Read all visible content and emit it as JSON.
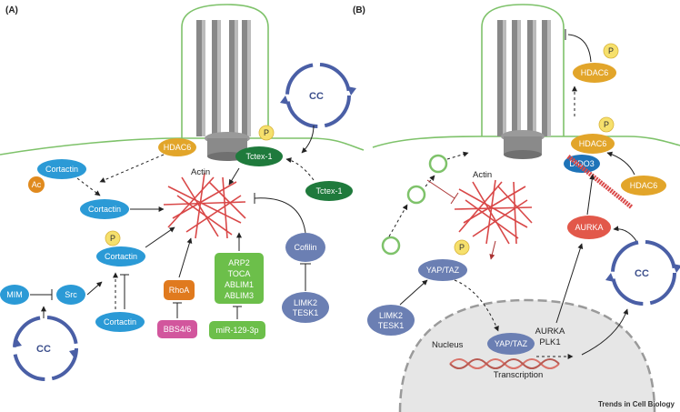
{
  "panels": {
    "a": "(A)",
    "b": "(B)"
  },
  "journal": "Trends in Cell Biology",
  "phospho": "P",
  "a": {
    "cc_top": "CC",
    "cc_bottom": "CC",
    "hdac6": "HDAC6",
    "tctex_membrane": "Tctex-1",
    "tctex_free": "Tctex-1",
    "actin": "Actin",
    "cortactin_top": "Cortactin",
    "ac": "Ac",
    "cortactin_mid": "Cortactin",
    "cortactin_p": "Cortactin",
    "cortactin_low": "Cortactin",
    "mim": "MIM",
    "src": "Src",
    "rhoa": "RhoA",
    "bbs": "BBS4/6",
    "arp_box": [
      "ARP2",
      "TOCA",
      "ABLIM1",
      "ABLIM3"
    ],
    "mir": "miR-129-3p",
    "cofilin": "Cofilin",
    "limk": [
      "LIMK2",
      "TESK1"
    ]
  },
  "b": {
    "hdac6_top": "HDAC6",
    "hdac6_base": "HDAC6",
    "dido3": "DIDO3",
    "hdac6_free": "HDAC6",
    "actin": "Actin",
    "aurka": "AURKA",
    "cc": "CC",
    "yap_cyto": "YAP/TAZ",
    "limk": [
      "LIMK2",
      "TESK1"
    ],
    "nucleus": "Nucleus",
    "yap_nuc": "YAP/TAZ",
    "aurka_plk": [
      "AURKA",
      "PLK1"
    ],
    "transcription": "Transcription"
  },
  "colors": {
    "cortactin": "#2b9ad6",
    "hdac6": "#e2a52a",
    "tctex": "#1f7a3c",
    "rhoa": "#e07a1e",
    "bbs": "#d2569d",
    "green_box": "#6cbf4a",
    "slate": "#6b7fb3",
    "aurka": "#e2584a",
    "dido3": "#1e73b8",
    "ac": "#e08a1e",
    "phospho": "#f6e06c",
    "actin": "#d94848",
    "membrane": "#7ec26a",
    "cc_arrow": "#4a5fa6"
  }
}
